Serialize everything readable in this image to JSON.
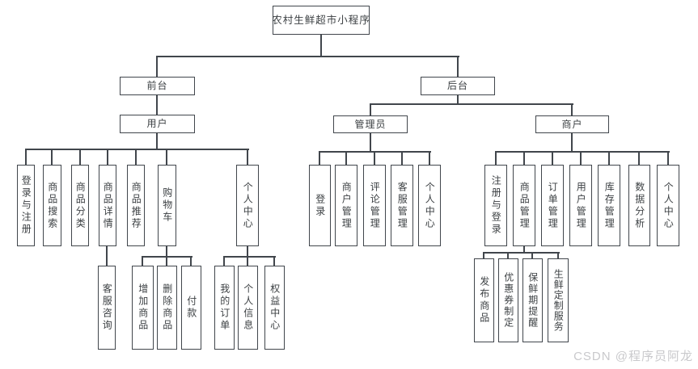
{
  "title": "农村生鲜超市小程序",
  "front": {
    "label": "前台",
    "user": {
      "label": "用户",
      "features": [
        "登录与注册",
        "商品搜索",
        "商品分类",
        "商品详情",
        "商品推荐",
        "购物车",
        "个人中心"
      ],
      "product_detail_sub": [
        "客服咨询"
      ],
      "cart_sub": [
        "增加商品",
        "删除商品",
        "付款"
      ],
      "personal_center_sub": [
        "我的订单",
        "个人信息",
        "权益中心"
      ]
    }
  },
  "back": {
    "label": "后台",
    "admin": {
      "label": "管理员",
      "features": [
        "登录",
        "商户管理",
        "评论管理",
        "客服管理",
        "个人中心"
      ]
    },
    "merchant": {
      "label": "商户",
      "features": [
        "注册与登录",
        "商品管理",
        "订单管理",
        "用户管理",
        "库存管理",
        "数据分析",
        "个人中心"
      ],
      "goods_management_sub": [
        "发布商品",
        "优惠券制定",
        "保鲜期提醒",
        "生鲜定制服务"
      ]
    }
  },
  "watermark": "CSDN @程序员阿龙",
  "colors": {
    "line": "#41464c",
    "text": "#3c4043",
    "background": "#ffffff",
    "watermark": "#c9c9cc"
  }
}
